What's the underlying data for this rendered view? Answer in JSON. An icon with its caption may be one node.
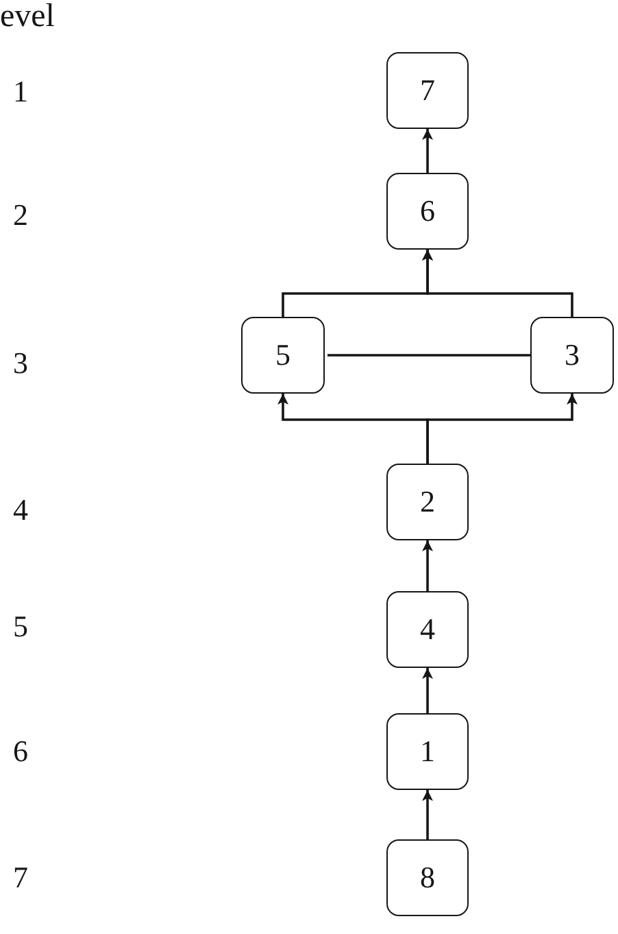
{
  "diagram": {
    "nodes": [
      {
        "text": [
          "7"
        ]
      },
      {
        "text": [
          "6"
        ]
      },
      {
        "text": [
          "5"
        ]
      },
      {
        "text": [
          "3"
        ]
      },
      {
        "text": [
          "2"
        ]
      },
      {
        "text": [
          "4"
        ]
      },
      {
        "text": [
          "1"
        ]
      },
      {
        "text": [
          "8"
        ]
      }
    ],
    "edges": [
      {
        "from": 7,
        "to": 6,
        "arrow": "to"
      },
      {
        "from": 6,
        "to": 5,
        "arrow": "to"
      },
      {
        "from": 5,
        "to": 4,
        "arrow": "to"
      },
      {
        "from": 4,
        "to": 2,
        "arrow": "to"
      },
      {
        "from": 4,
        "to": 3,
        "arrow": "to"
      },
      {
        "from": 2,
        "to": 3,
        "arrow": "none"
      },
      {
        "from": 2,
        "to": 1,
        "arrow": "to"
      },
      {
        "from": 3,
        "to": 1,
        "arrow": "to"
      },
      {
        "from": 1,
        "to": 0,
        "arrow": "to"
      }
    ],
    "labels": [
      "evel",
      "1",
      "2",
      "3",
      "4",
      "5",
      "6",
      "7"
    ]
  }
}
